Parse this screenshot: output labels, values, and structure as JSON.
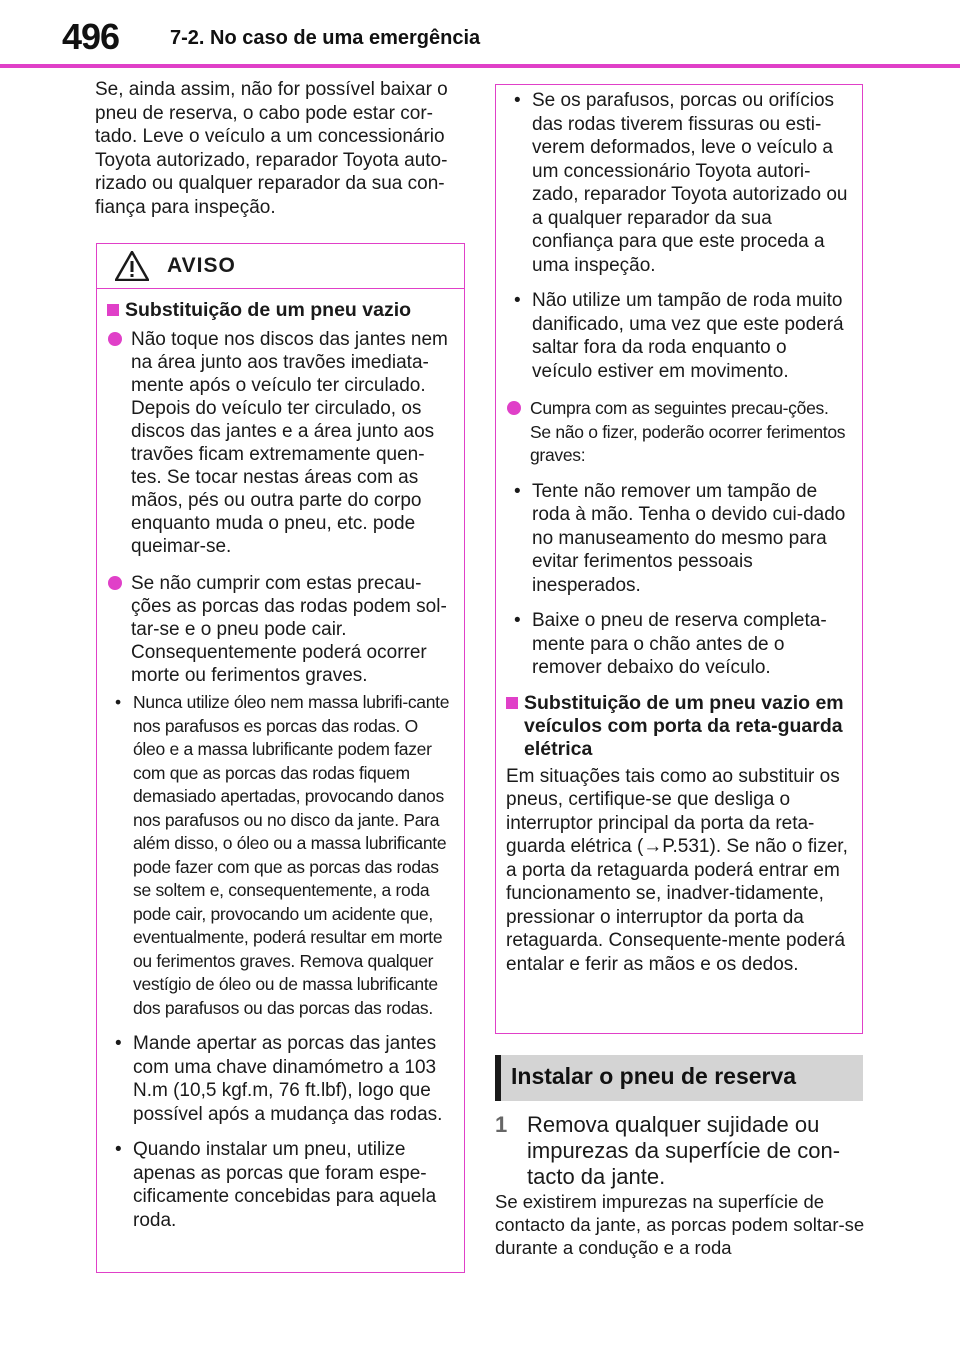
{
  "header": {
    "page_number": "496",
    "chapter": "7-2. No caso de uma emergência"
  },
  "intro": "Se, ainda assim, não for possível baixar o pneu de reserva, o cabo pode estar cor-tado. Leve o veículo a um concessionário Toyota autorizado, reparador Toyota auto-rizado ou qualquer reparador da sua con-fiança para inspeção.",
  "warning_box": {
    "icon": "warning-triangle-icon",
    "label": "AVISO",
    "section_title": "Substituição de um pneu vazio",
    "item1": "Não toque nos discos das jantes nem na área junto aos travões imediata-mente após o veículo ter circulado. Depois do veículo ter circulado, os discos das jantes e a área junto aos travões ficam extremamente quen-tes. Se tocar nestas áreas com as mãos, pés ou outra parte do corpo enquanto muda o pneu, etc. pode queimar-se.",
    "item2": "Se não cumprir com estas precau-ções as porcas das rodas podem sol-tar-se e o pneu pode cair. Consequentemente poderá ocorrer morte ou ferimentos graves.",
    "bullets": [
      "Nunca utilize óleo nem massa lubrifi-cante nos parafusos es porcas das rodas. O óleo e a massa lubrificante podem fazer com que as porcas das rodas fiquem demasiado apertadas, provocando danos nos parafusos ou no disco da jante. Para além disso, o óleo ou a massa lubrificante pode fazer com que as porcas das rodas se soltem e, consequentemente, a roda pode cair, provocando um acidente que, eventualmente, poderá resultar em morte ou ferimentos graves. Remova qualquer vestígio de óleo ou de massa lubrificante dos parafusos ou das porcas das rodas.",
      "Mande apertar as porcas das jantes com uma chave dinamómetro a 103 N.m (10,5 kgf.m, 76 ft.lbf), logo que possível após a mudança das rodas.",
      "Quando instalar um pneu, utilize apenas as porcas que foram espe-cificamente concebidas para aquela roda."
    ]
  },
  "right_box": {
    "bullet1": "Se os parafusos, porcas ou orifícios das rodas tiverem fissuras ou esti-verem deformados, leve o veículo a um concessionário Toyota autori-zado, reparador Toyota autorizado ou a qualquer reparador da sua confiança para que este proceda a uma inspeção.",
    "bullet2": "Não utilize um tampão de roda muito danificado, uma vez que este poderá saltar fora da roda enquanto o veículo estiver em movimento.",
    "item3": "Cumpra com as seguintes precau-ções. Se não o fizer, poderão ocorrer ferimentos graves:",
    "bullet3": "Tente não remover um tampão de roda à mão. Tenha o devido cui-dado no manuseamento do mesmo para evitar ferimentos pessoais inesperados.",
    "bullet4": "Baixe o pneu de reserva completa-mente para o chão antes de o remover debaixo do veículo.",
    "section_title": "Substituição de um pneu vazio em veículos com porta da reta-guarda elétrica",
    "text_before_ref": "Em situações tais como ao substituir os pneus, certifique-se que desliga o interruptor principal da porta da reta-guarda elétrica (",
    "ref": "→P.531",
    "text_after_ref": "). Se não o fizer, a porta da retaguarda poderá entrar em funcionamento se, inadver-tidamente, pressionar o interruptor da porta da retaguarda. Consequente-mente poderá entalar e ferir as mãos e os dedos."
  },
  "install_section": {
    "title": "Instalar o pneu de reserva",
    "step_number": "1",
    "step_text": "Remova qualquer sujidade ou impurezas da superfície de con-tacto da jante.",
    "step_desc": "Se existirem impurezas na superfície de contacto da jante, as porcas podem soltar-se durante a condução e a roda"
  },
  "colors": {
    "accent": "#e040c8",
    "section_bar": "#d4d4d4"
  }
}
